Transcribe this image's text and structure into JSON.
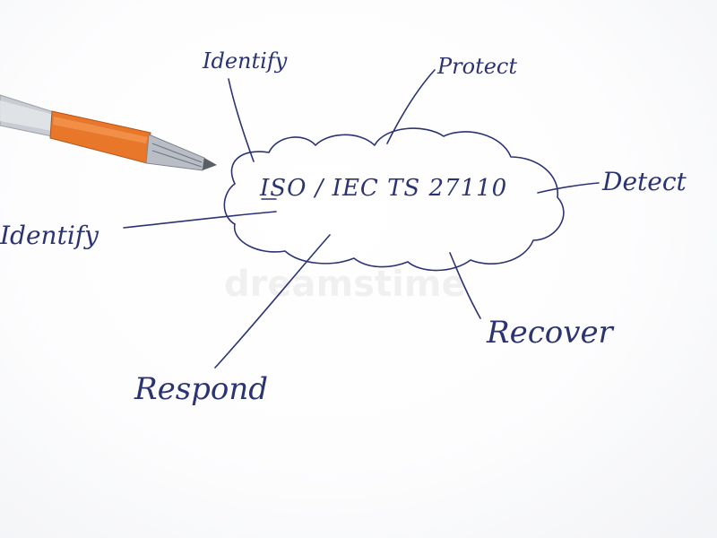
{
  "center": {
    "label": "ISO / IEC TS 27110"
  },
  "branches": {
    "identify_top": "Identify",
    "protect": "Protect",
    "detect": "Detect",
    "identify_left": "Identify",
    "recover": "Recover",
    "respond": "Respond"
  },
  "watermark": "dreamstime",
  "colors": {
    "ink": "#2b3373",
    "pen_orange": "#e8772a",
    "paper": "#ffffff"
  }
}
